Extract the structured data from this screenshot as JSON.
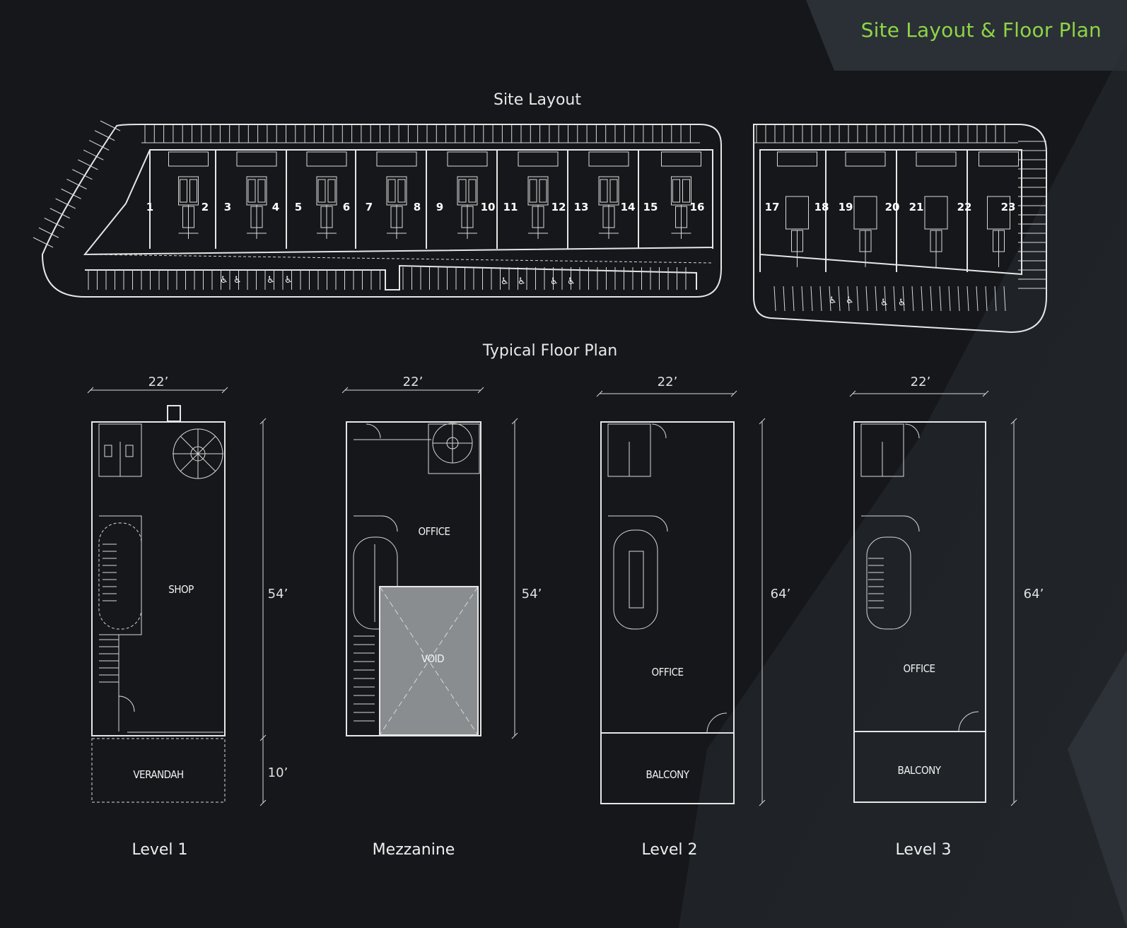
{
  "header": {
    "title": "Site Layout & Floor Plan"
  },
  "site_layout": {
    "title": "Site Layout",
    "units_left": [
      "1",
      "2",
      "3",
      "4",
      "5",
      "6",
      "7",
      "8",
      "9",
      "10",
      "11",
      "12",
      "13",
      "14",
      "15",
      "16"
    ],
    "units_right": [
      "17",
      "18",
      "19",
      "20",
      "21",
      "22",
      "23"
    ],
    "accessible_icon": "wheelchair-icon"
  },
  "floor_plan": {
    "title": "Typical Floor Plan",
    "levels": [
      {
        "label": "Level 1",
        "width": "22’",
        "depth": "54’",
        "extra_depth": "10’",
        "rooms": [
          "SHOP",
          "VERANDAH"
        ]
      },
      {
        "label": "Mezzanine",
        "width": "22’",
        "depth": "54’",
        "rooms": [
          "OFFICE",
          "VOID"
        ]
      },
      {
        "label": "Level 2",
        "width": "22’",
        "depth": "64’",
        "rooms": [
          "OFFICE",
          "BALCONY"
        ]
      },
      {
        "label": "Level 3",
        "width": "22’",
        "depth": "64’",
        "rooms": [
          "OFFICE",
          "BALCONY"
        ]
      }
    ]
  },
  "colors": {
    "background": "#15171a",
    "accent": "#8fd446",
    "linework": "#e6e6e6",
    "void_fill": "#8a8d90"
  }
}
